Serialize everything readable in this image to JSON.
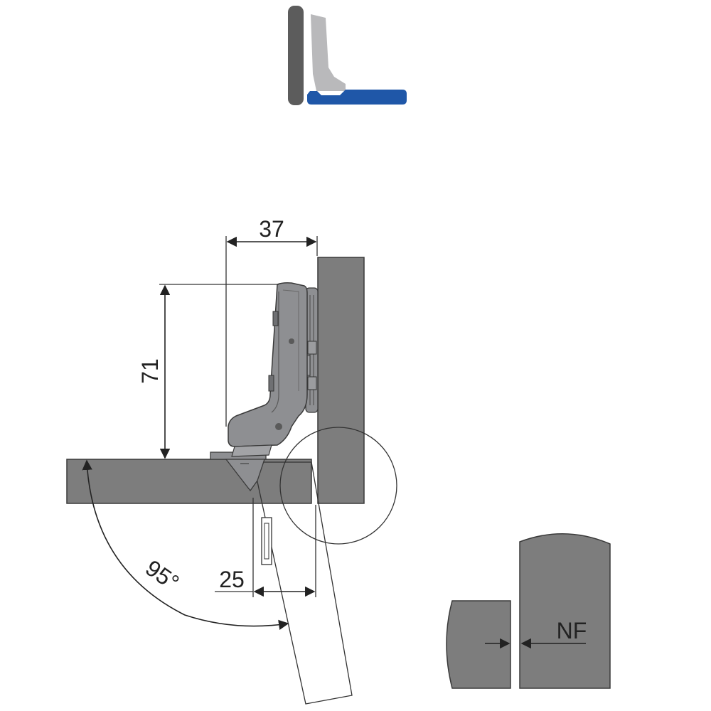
{
  "colors": {
    "panel_gray": "#7d7d7d",
    "panel_outline": "#3a3a3a",
    "hinge_gray": "#8e8f92",
    "hinge_light": "#b9b9bb",
    "overlay_blue": "#1f57a8",
    "icon_side": "#5c5c5c",
    "line": "#222222"
  },
  "dimensions": {
    "width_cup": "37",
    "height_hinge": "71",
    "door_offset": "25",
    "opening_angle": "95°",
    "gap_label": "NF"
  }
}
